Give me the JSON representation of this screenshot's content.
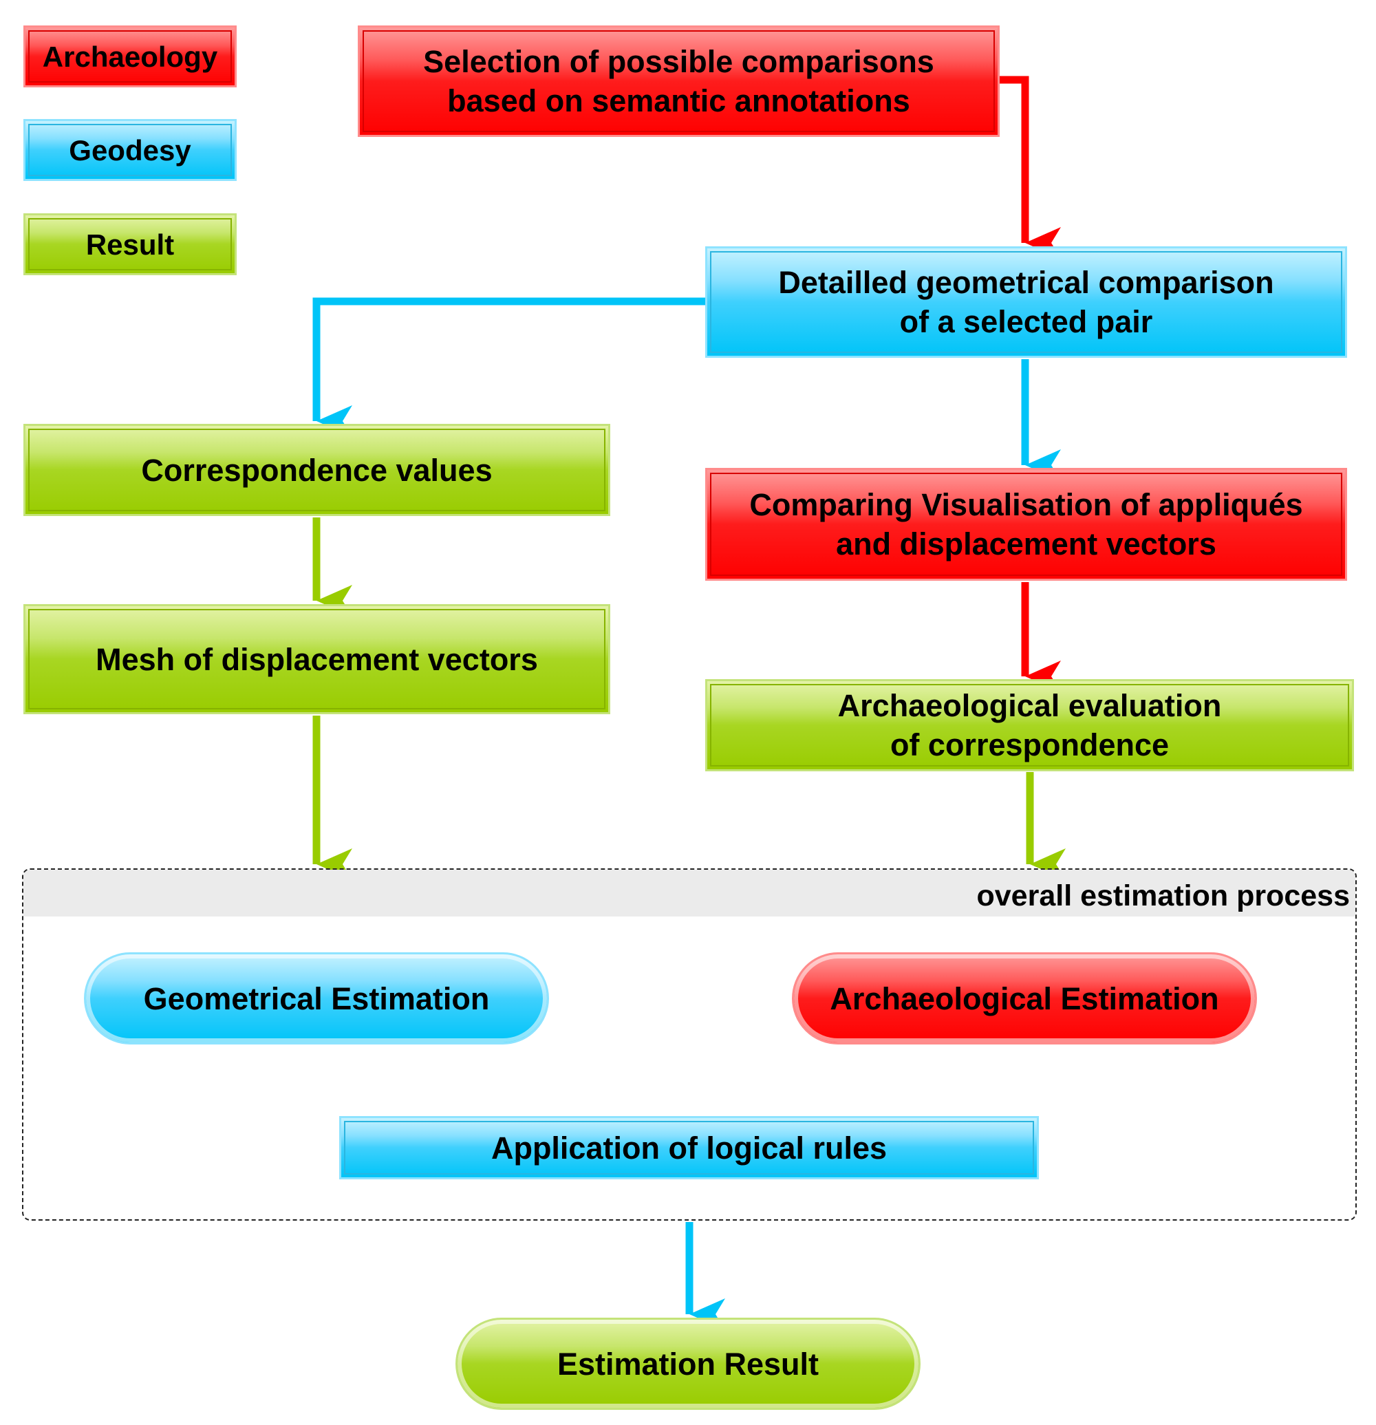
{
  "legend": {
    "archaeology": "Archaeology",
    "geodesy": "Geodesy",
    "result": "Result"
  },
  "nodes": {
    "selection": "Selection of possible comparisons\nbased on semantic annotations",
    "detailed": "Detailled geometrical comparison\nof a selected pair",
    "correspondence_values": "Correspondence values",
    "comparing_visualisation": "Comparing Visualisation of appliqués\nand displacement vectors",
    "mesh": "Mesh of displacement vectors",
    "arch_evaluation": "Archaeological evaluation\nof correspondence",
    "geometrical_estimation": "Geometrical Estimation",
    "archaeological_estimation": "Archaeological Estimation",
    "logical_rules": "Application of logical rules",
    "estimation_result": "Estimation Result"
  },
  "group": {
    "title": "overall estimation process"
  },
  "colors": {
    "archaeology": "#fe0000",
    "geodesy": "#00c4f8",
    "result": "#99cc00"
  }
}
